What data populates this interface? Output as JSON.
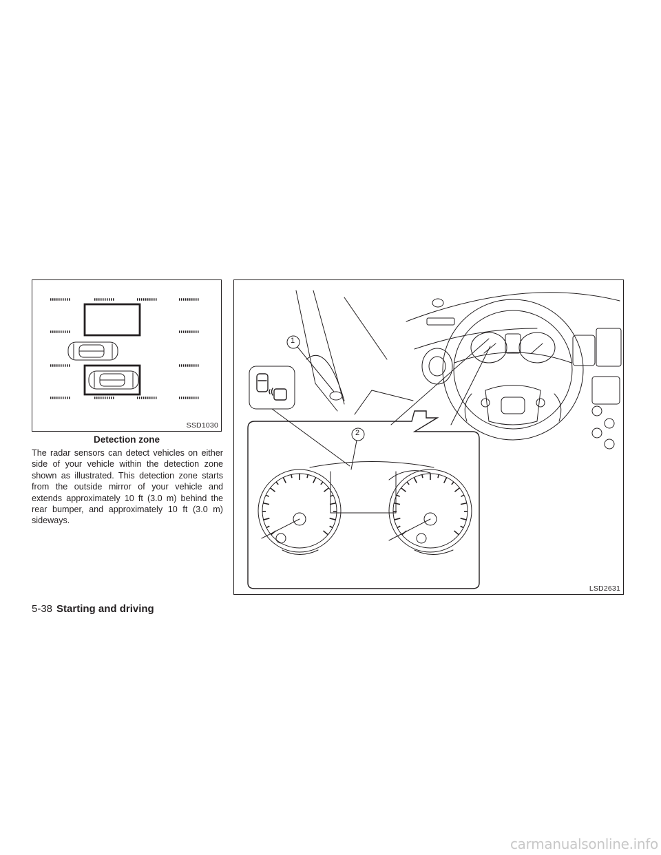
{
  "figures": {
    "detection_zone": {
      "code": "SSD1030",
      "caption": "Detection zone"
    },
    "dashboard": {
      "code": "LSD2631",
      "callout_1": "1",
      "callout_2": "2"
    }
  },
  "body_text": "The radar sensors can detect vehicles on either side of your vehicle within the detection zone shown as illustrated. This detection zone starts from the outside mirror of your vehicle and extends approximately 10 ft (3.0 m) behind the rear bumper, and approximately 10 ft (3.0 m) sideways.",
  "footer": {
    "page_number": "5-38",
    "section": "Starting and driving"
  },
  "watermark": "carmanualsonline.info"
}
